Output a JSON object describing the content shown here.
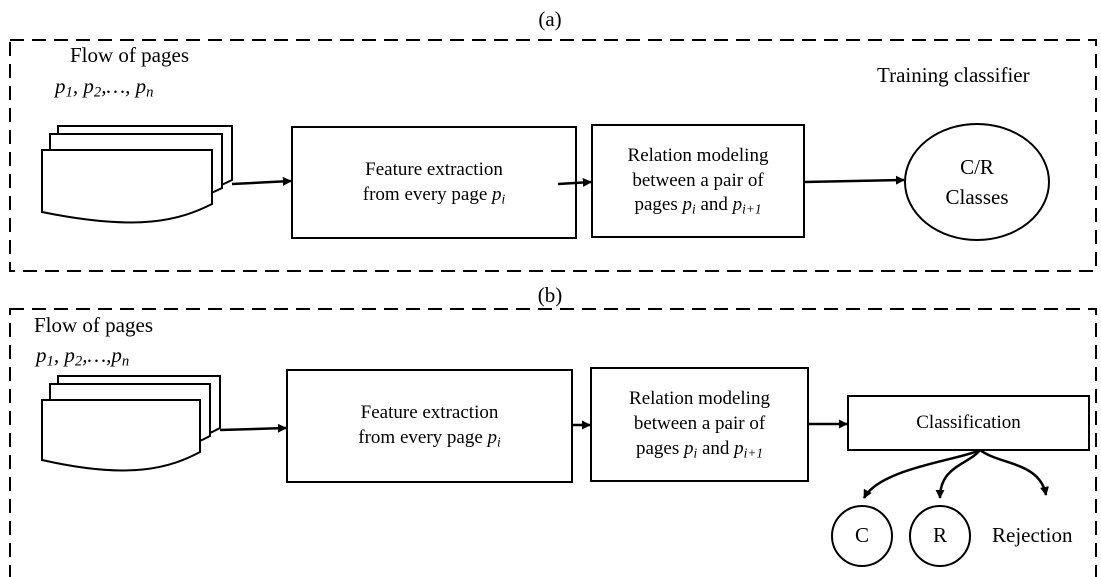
{
  "panel_a": {
    "caption": "(a)",
    "flow_title": "Flow of pages",
    "pages_seq": {
      "p1": "p",
      "p1_sub": "1",
      "sep1": ", ",
      "p2": "p",
      "p2_sub": "2",
      "sep2": ",…, ",
      "pn": "p",
      "pn_sub": "n"
    },
    "training_label": "Training classifier",
    "feature_box": {
      "line1": "Feature extraction",
      "line2_text": "from every page ",
      "line2_var": "p",
      "line2_sub": "i"
    },
    "relation_box": {
      "line1": "Relation modeling",
      "line2": "between a pair of",
      "line3_text": "pages ",
      "var1": "p",
      "sub1": "i",
      "and": " and ",
      "var2": "p",
      "sub2": "i+1"
    },
    "classes_node": {
      "line1": "C/R",
      "line2": "Classes"
    }
  },
  "panel_b": {
    "caption": "(b)",
    "flow_title": "Flow of pages",
    "pages_seq": {
      "p1": "p",
      "p1_sub": "1",
      "sep1": ", ",
      "p2": "p",
      "p2_sub": "2",
      "sep2": ",…,",
      "pn": "p",
      "pn_sub": "n"
    },
    "feature_box": {
      "line1": "Feature extraction",
      "line2_text": "from every page ",
      "line2_var": "p",
      "line2_sub": "i"
    },
    "relation_box": {
      "line1": "Relation modeling",
      "line2": "between a pair of",
      "line3_text": "pages ",
      "var1": "p",
      "sub1": "i",
      "and": " and ",
      "var2": "p",
      "sub2": "i+1"
    },
    "classification_box": "Classification",
    "outputs": {
      "c": "C",
      "r": "R",
      "rejection": "Rejection"
    }
  }
}
